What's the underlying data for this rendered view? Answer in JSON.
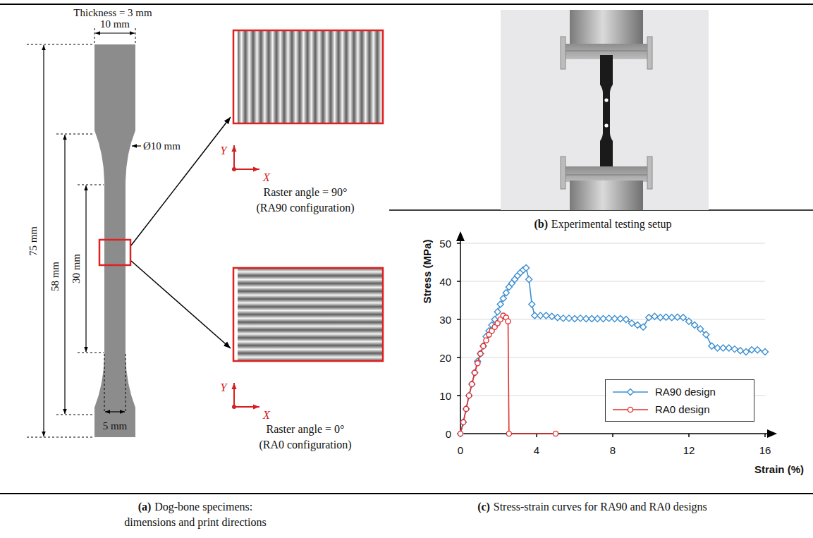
{
  "diagram": {
    "labels": [
      "Thickness = 3 mm",
      "10 mm",
      "Ø10 mm",
      "75 mm",
      "58 mm",
      "30 mm",
      "5 mm",
      "Y",
      "X",
      "Raster angle = 90°",
      "(RA90 configuration)",
      "Y",
      "X",
      "Raster angle = 0°",
      "(RA0 configuration)",
      "(b)",
      "Experimental testing setup",
      "Stress (MPa)",
      "50",
      "40",
      "30",
      "20",
      "10",
      "0",
      "0",
      "4",
      "8",
      "12",
      "16",
      "Strain (%)",
      "(a)",
      "Dog-bone specimens:",
      "dimensions and print directions",
      "(c)",
      "Stress-strain curves for RA90 and RA0 designs"
    ],
    "legend": [
      {
        "text": "RA90 design"
      },
      {
        "text": "RA0 design"
      }
    ]
  }
}
